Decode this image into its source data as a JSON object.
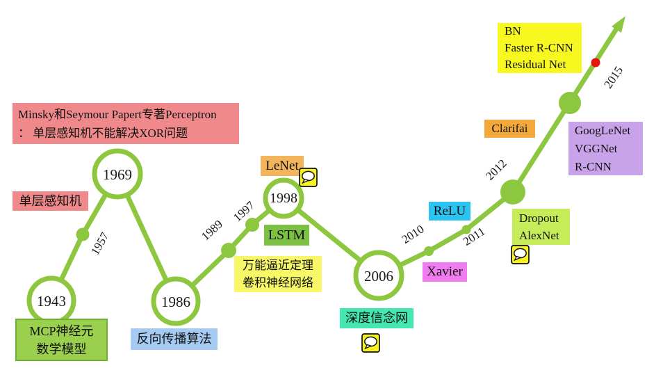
{
  "palette": {
    "line_green": "#8dc63f",
    "node_fill": "#ffffff",
    "pink": "#f0898c",
    "mcp_green": "#9bcf4e",
    "mcp_border": "#6fae35",
    "light_blue": "#a6cbf3",
    "yellow": "#f7f767",
    "lstm_green": "#7cc143",
    "lenet_orange": "#f3b45c",
    "teal": "#45e7b0",
    "magenta": "#f07cf0",
    "cyan": "#2bc4f2",
    "yellow_green": "#c6ec5a",
    "clarifai_orange": "#f2a83b",
    "purple": "#c9a3ea",
    "bn_yellow": "#f8f821",
    "bubble_yellow": "#f6f320",
    "red_dot": "#e8140e"
  },
  "nodes": {
    "c1943": {
      "year": "1943"
    },
    "c1969": {
      "year": "1969"
    },
    "c1986": {
      "year": "1986"
    },
    "c1998": {
      "year": "1998"
    },
    "c2006": {
      "year": "2006"
    }
  },
  "ticks": {
    "t1957": "1957",
    "t1989": "1989",
    "t1997": "1997",
    "t2010": "2010",
    "t2011": "2011",
    "t2012": "2012",
    "t2015": "2015"
  },
  "milestones": {
    "minsky": "Minsky和Seymour Papert专著Perceptron\n： 单层感知机不能解决XOR问题",
    "perceptron": "单层感知机",
    "mcp": "MCP神经元\n数学模型",
    "backprop": "反向传播算法",
    "universal_cnn": "万能逼近定理\n卷积神经网络",
    "lstm": "LSTM",
    "lenet": "LeNet",
    "dbn": "深度信念网",
    "xavier": "Xavier",
    "relu": "ReLU",
    "dropout_alexnet": "Dropout\nAlexNet",
    "clarifai": "Clarifai",
    "googlenet_group": "GoogLeNet\nVGGNet\nR-CNN",
    "bn_group": "BN\nFaster R-CNN\nResidual Net"
  },
  "icons": {
    "comment": "speech-bubble"
  }
}
